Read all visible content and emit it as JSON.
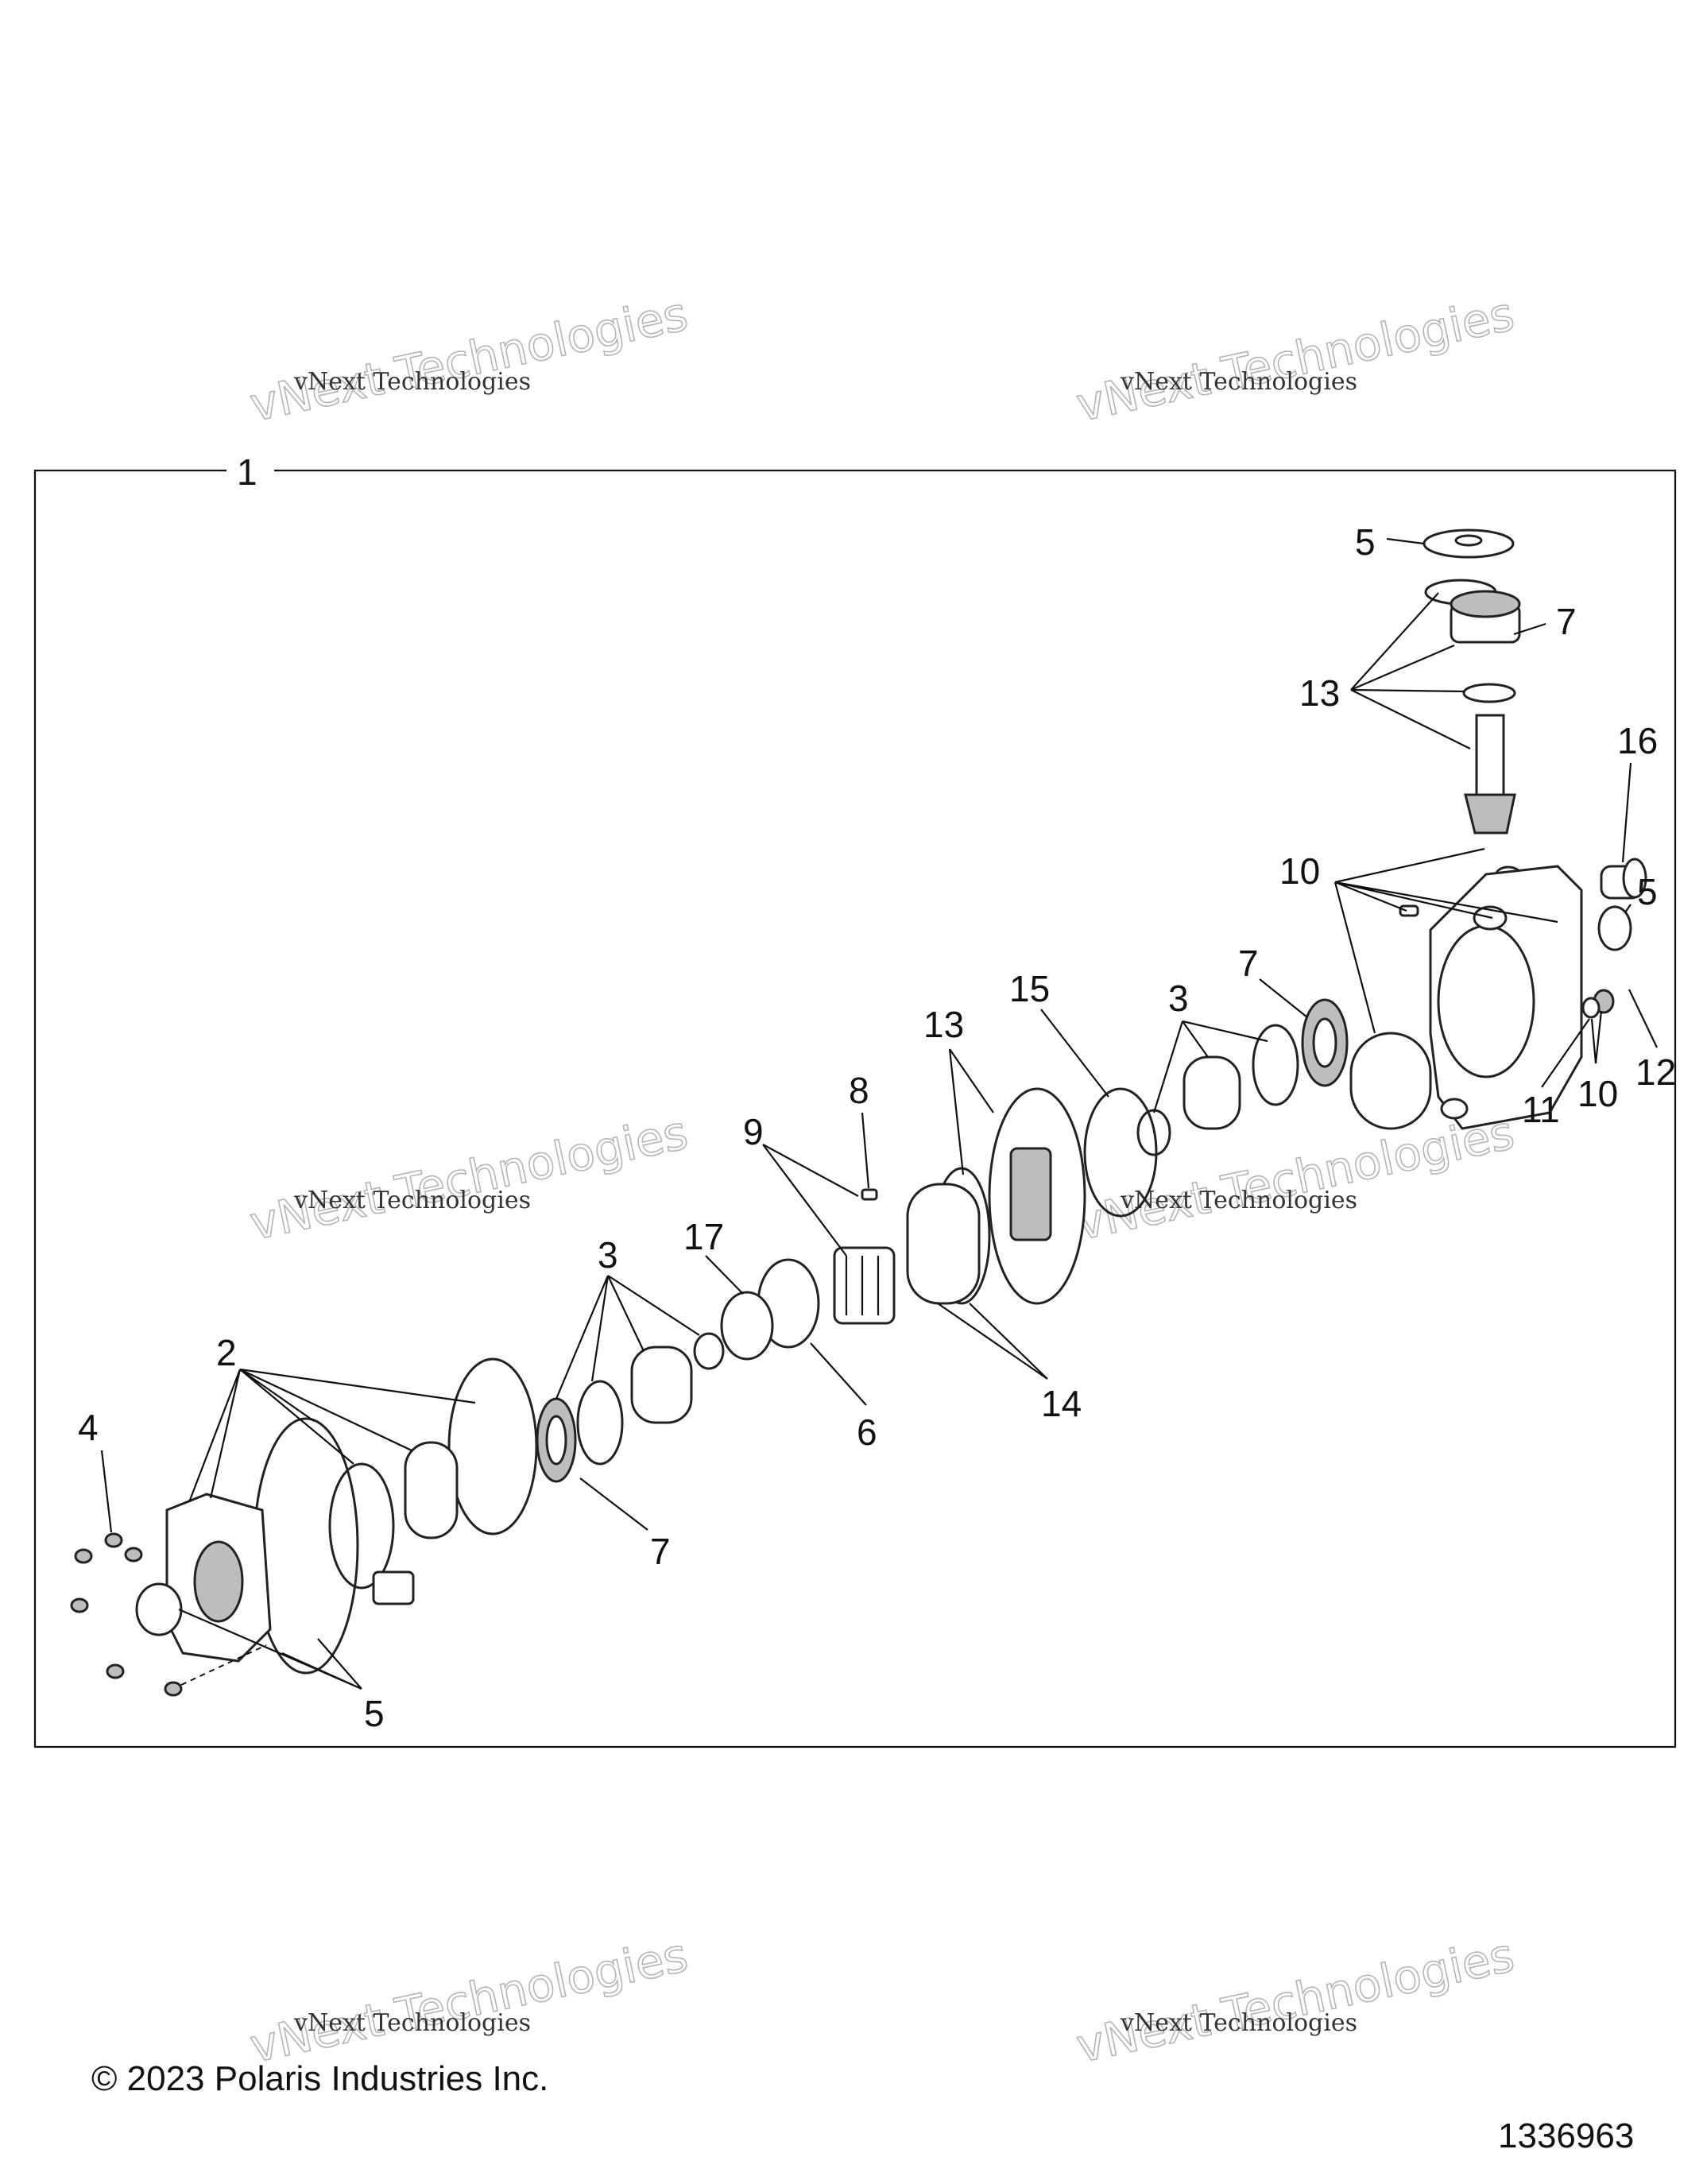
{
  "assembly_label": "1",
  "callouts": [
    {
      "id": "c5-top",
      "text": "5"
    },
    {
      "id": "c7-top",
      "text": "7"
    },
    {
      "id": "c13-top",
      "text": "13"
    },
    {
      "id": "c16",
      "text": "16"
    },
    {
      "id": "c10-upper",
      "text": "10"
    },
    {
      "id": "c5-right",
      "text": "5"
    },
    {
      "id": "c7-mid",
      "text": "7"
    },
    {
      "id": "c3-upper",
      "text": "3"
    },
    {
      "id": "c15",
      "text": "15"
    },
    {
      "id": "c13-mid",
      "text": "13"
    },
    {
      "id": "c8",
      "text": "8"
    },
    {
      "id": "c9",
      "text": "9"
    },
    {
      "id": "c11",
      "text": "11"
    },
    {
      "id": "c10-lower",
      "text": "10"
    },
    {
      "id": "c12",
      "text": "12"
    },
    {
      "id": "c17",
      "text": "17"
    },
    {
      "id": "c3-lower",
      "text": "3"
    },
    {
      "id": "c14",
      "text": "14"
    },
    {
      "id": "c6",
      "text": "6"
    },
    {
      "id": "c2",
      "text": "2"
    },
    {
      "id": "c4",
      "text": "4"
    },
    {
      "id": "c7-lower",
      "text": "7"
    },
    {
      "id": "c5-lower",
      "text": "5"
    }
  ],
  "watermark": {
    "large": "vNext Technologies",
    "small": "vNext Technologies"
  },
  "footer": {
    "copyright": "© 2023 Polaris Industries Inc.",
    "figure_number": "1336963"
  }
}
